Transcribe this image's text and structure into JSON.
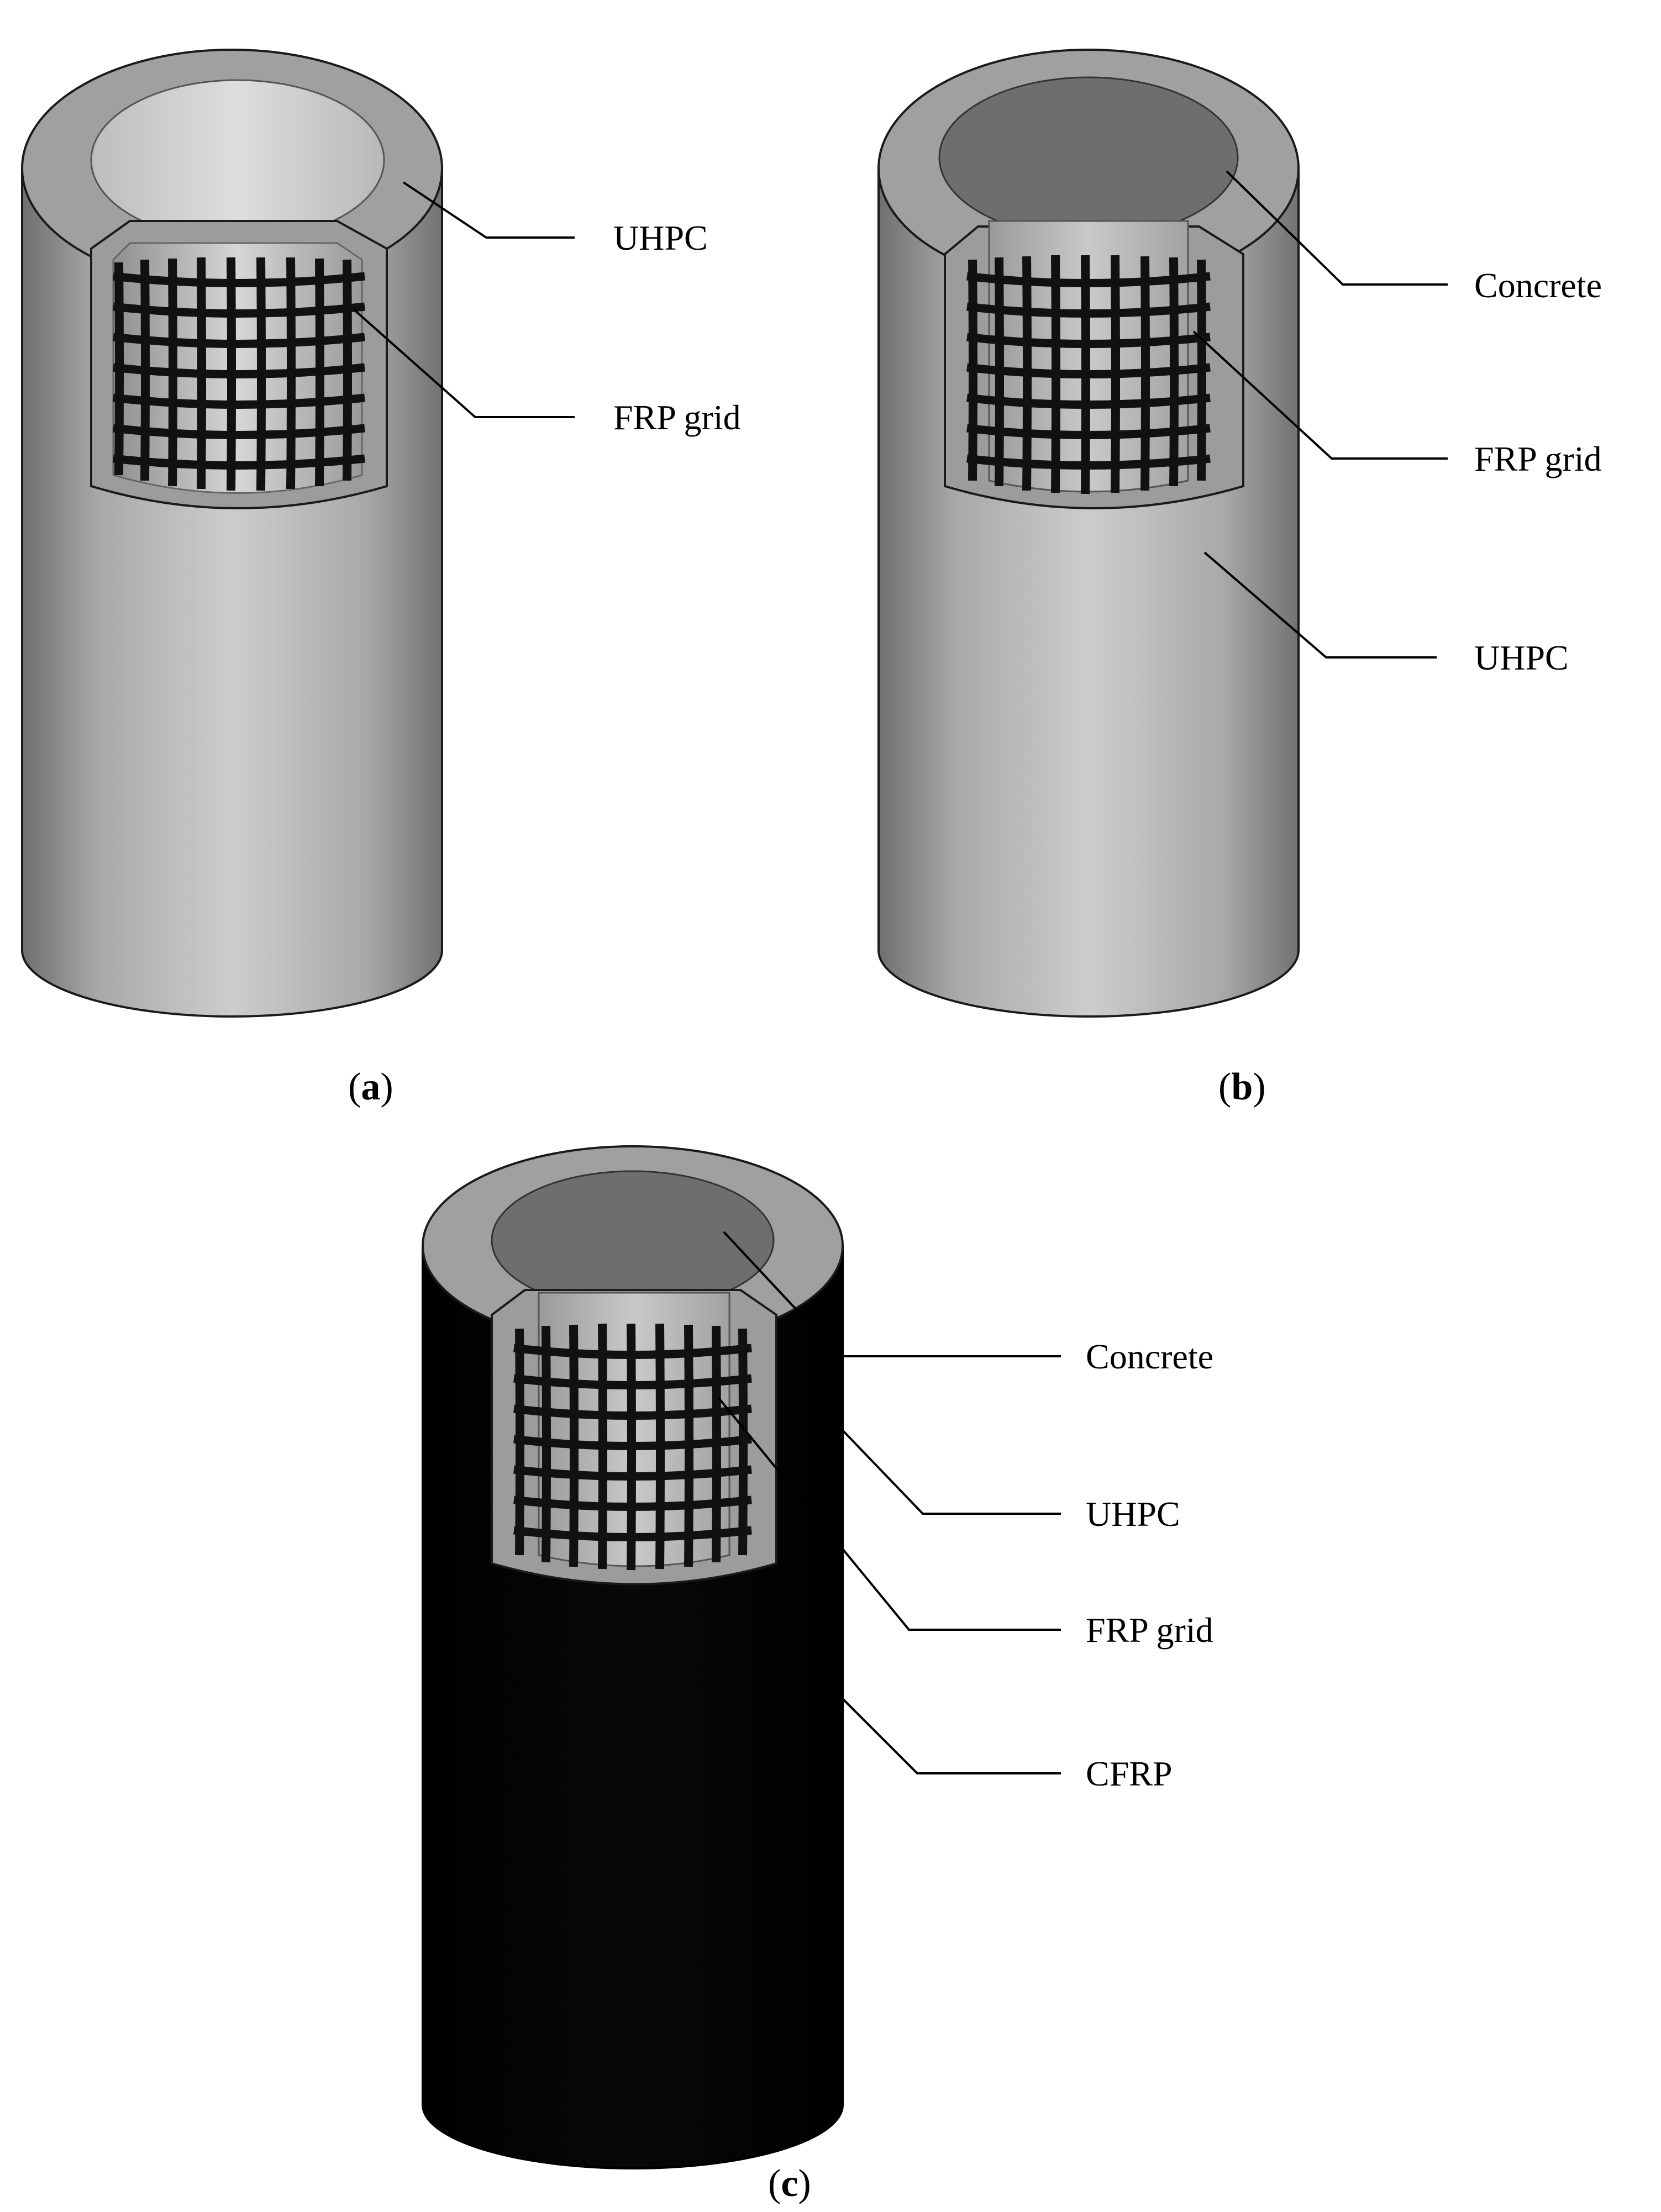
{
  "figure": {
    "panels": [
      {
        "id": "a",
        "label_open": "(",
        "label_letter": "a",
        "label_close": ")",
        "callouts": [
          "UHPC",
          "FRP grid"
        ]
      },
      {
        "id": "b",
        "label_open": "(",
        "label_letter": "b",
        "label_close": ")",
        "callouts": [
          "Concrete",
          "FRP grid",
          "UHPC"
        ]
      },
      {
        "id": "c",
        "label_open": "(",
        "label_letter": "c",
        "label_close": ")",
        "callouts": [
          "Concrete",
          "UHPC",
          "FRP grid",
          "CFRP"
        ]
      }
    ]
  },
  "colors": {
    "uhpc_shell": "#a9a9a9",
    "uhpc_top": "#999999",
    "concrete_core": "#6e6e6e",
    "frp_grid": "#111111",
    "cfrp_wrap": "#000000",
    "background": "#ffffff"
  }
}
